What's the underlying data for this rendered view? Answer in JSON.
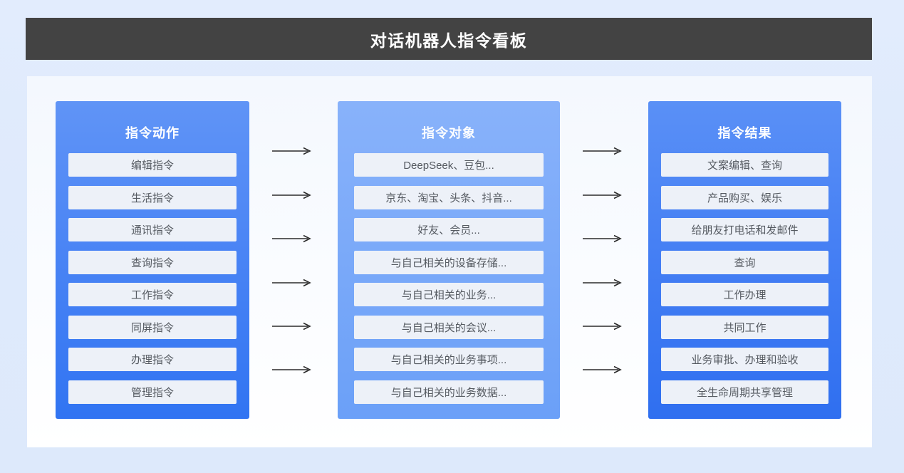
{
  "header": {
    "title": "对话机器人指令看板",
    "bar_color": "#434343",
    "text_color": "#ffffff"
  },
  "page": {
    "background_color": "#dde9fb",
    "card_color": "#f6faff"
  },
  "columns": [
    {
      "id": "instruction-action",
      "title": "指令动作",
      "accent_color": "#3d7bf5",
      "items": [
        "编辑指令",
        "生活指令",
        "通讯指令",
        "查询指令",
        "工作指令",
        "同屏指令",
        "办理指令",
        "管理指令"
      ]
    },
    {
      "id": "instruction-object",
      "title": "指令对象",
      "accent_color": "#7aaaf9",
      "items": [
        "DeepSeek、豆包...",
        "京东、淘宝、头条、抖音...",
        "好友、会员...",
        "与自己相关的设备存储...",
        "与自己相关的业务...",
        "与自己相关的会议...",
        "与自己相关的业务事项...",
        "与自己相关的业务数据..."
      ]
    },
    {
      "id": "instruction-result",
      "title": "指令结果",
      "accent_color": "#2f6ff0",
      "items": [
        "文案编辑、查询",
        "产品购买、娱乐",
        "给朋友打电话和发邮件",
        "查询",
        "工作办理",
        "共同工作",
        "业务审批、办理和验收",
        "全生命周期共享管理"
      ]
    }
  ],
  "connectors": {
    "icon": "arrow-right-icon",
    "color": "#2b2b2b",
    "count_per_group": 6,
    "groups": [
      {
        "id": "action-to-object",
        "from": "instruction-action",
        "to": "instruction-object"
      },
      {
        "id": "object-to-result",
        "from": "instruction-object",
        "to": "instruction-result"
      }
    ],
    "y_offsets": [
      62,
      124,
      185,
      247,
      308,
      369
    ]
  }
}
